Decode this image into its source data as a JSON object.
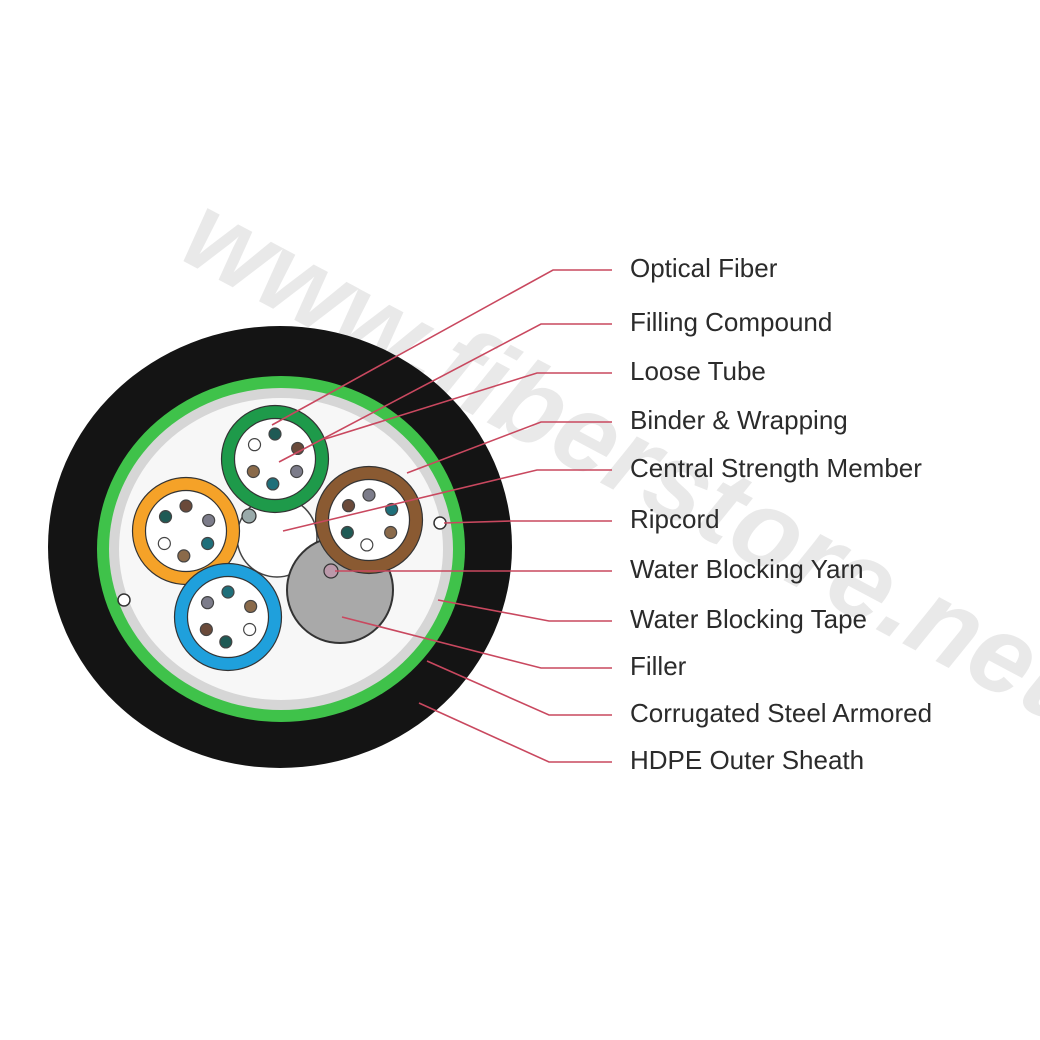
{
  "title": "Cable cross-section",
  "watermark": "www.fiberstore.net",
  "colors": {
    "sheath": "#141414",
    "armor": "#3fc24a",
    "tape": "#d9d9d9",
    "leader": "#c9485f",
    "tube_green": "#1e9a4a",
    "tube_orange": "#f5a228",
    "tube_brown": "#8a5a32",
    "tube_blue": "#1fa0dc",
    "filler": "#a9a9a9"
  },
  "labels": [
    "Optical Fiber",
    "Filling Compound",
    "Loose Tube",
    "Binder & Wrapping",
    "Central Strength Member",
    "Ripcord",
    "Water Blocking Yarn",
    "Water Blocking Tape",
    "Filler",
    "Corrugated Steel Armored",
    "HDPE Outer Sheath"
  ]
}
